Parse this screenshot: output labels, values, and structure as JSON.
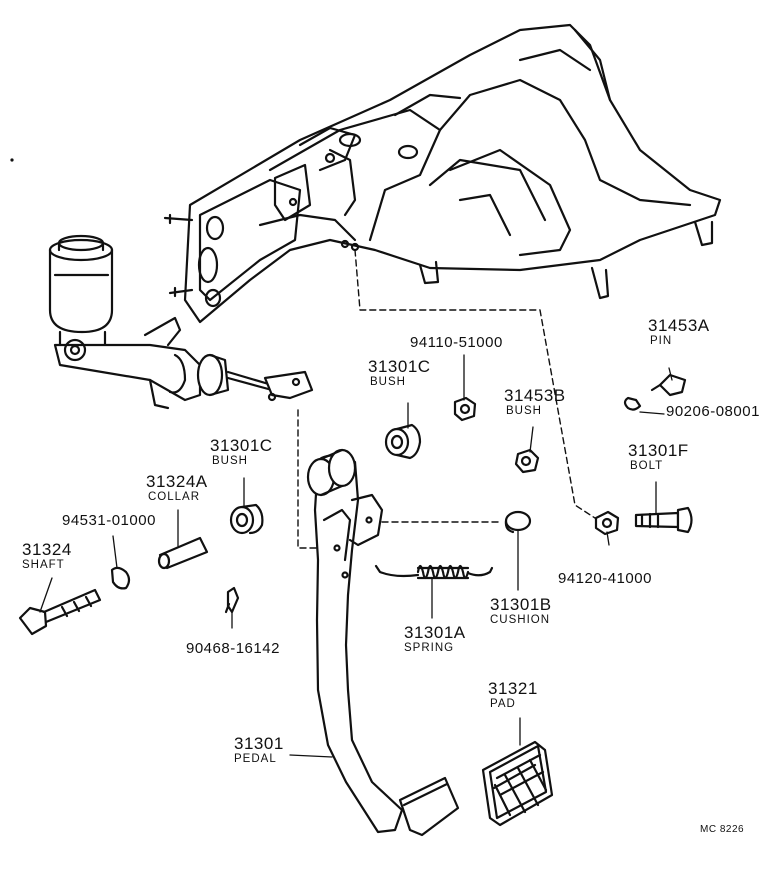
{
  "diagram_code": "MC 8226",
  "parts": {
    "p31453A": {
      "number": "31453A",
      "name": "PIN"
    },
    "p94110": {
      "number": "94110-51000"
    },
    "p31301C_top": {
      "number": "31301C",
      "name": "BUSH"
    },
    "p31453B": {
      "number": "31453B",
      "name": "BUSH"
    },
    "p90206": {
      "number": "90206-08001"
    },
    "p31301F": {
      "number": "31301F",
      "name": "BOLT"
    },
    "p31301C_left": {
      "number": "31301C",
      "name": "BUSH"
    },
    "p31324A": {
      "number": "31324A",
      "name": "COLLAR"
    },
    "p94531": {
      "number": "94531-01000"
    },
    "p31324": {
      "number": "31324",
      "name": "SHAFT"
    },
    "p94120": {
      "number": "94120-41000"
    },
    "p31301B": {
      "number": "31301B",
      "name": "CUSHION"
    },
    "p31301A": {
      "number": "31301A",
      "name": "SPRING"
    },
    "p90468": {
      "number": "90468-16142"
    },
    "p31321": {
      "number": "31321",
      "name": "PAD"
    },
    "p31301": {
      "number": "31301",
      "name": "PEDAL"
    }
  }
}
